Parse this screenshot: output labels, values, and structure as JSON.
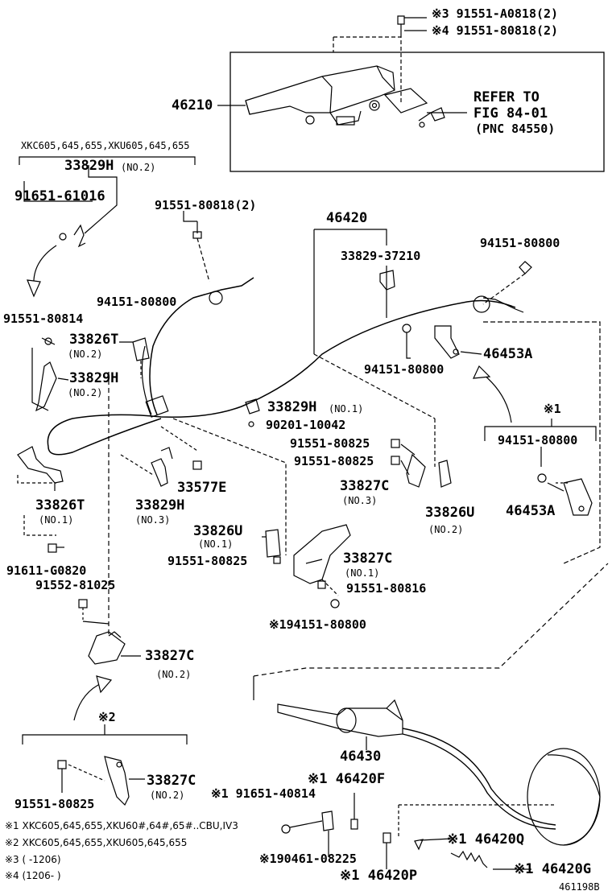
{
  "labels": {
    "p46210": "46210",
    "screw_3": "※3 91551-A0818(2)",
    "screw_4": "※4 91551-80818(2)",
    "refer_to": "REFER TO",
    "fig": "FIG 84-01",
    "pnc": "(PNC 84550)",
    "xkc_top": "XKC605,645,655,XKU605,645,655",
    "p33829H_no2": "33829H",
    "no2_a": "(NO.2)",
    "p91651_61016": "91651-61016",
    "p91551_80818_2": "91551-80818(2)",
    "p46420": "46420",
    "p33829_37210": "33829-37210",
    "p94151_80800_a": "94151-80800",
    "p94151_80800_b": "94151-80800",
    "p91551_80814": "91551-80814",
    "p33826T_a": "33826T",
    "no2_b": "(NO.2)",
    "p33829H_b": "33829H",
    "no2_c": "(NO.2)",
    "p94151_80800_c": "94151-80800",
    "p46453A_a": "46453A",
    "p33829H_no1": "33829H",
    "no1_a": "(NO.1)",
    "p90201_10042": "90201-10042",
    "mark_1a": "※1",
    "p91551_80825_a": "91551-80825",
    "p91551_80825_b": "91551-80825",
    "p94151_80800_d": "94151-80800",
    "p33826T_b": "33826T",
    "no1_b": "(NO.1)",
    "p33829H_c": "33829H",
    "no3_a": "(NO.3)",
    "p33577E": "33577E",
    "p33827C_a": "33827C",
    "no3_b": "(NO.3)",
    "p33826U_a": "33826U",
    "no2_d": "(NO.2)",
    "p46453A_b": "46453A",
    "p33826U_b": "33826U",
    "no1_c": "(NO.1)",
    "p91611_G0820": "91611-G0820",
    "p91551_80825_c": "91551-80825",
    "p33827C_b": "33827C",
    "no1_d": "(NO.1)",
    "p91552_81025": "91552-81025",
    "p91551_80816": "91551-80816",
    "p94151_80800_e": "※194151-80800",
    "p33827C_c": "33827C",
    "no2_e": "(NO.2)",
    "mark_2": "※2",
    "p46430": "46430",
    "p46420F": "※1 46420F",
    "p33827C_d": "33827C",
    "no2_f": "(NO.2)",
    "p91651_40814": "※1 91651-40814",
    "p91551_80825_d": "91551-80825",
    "p46420Q": "※1 46420Q",
    "p90461_08225": "※190461-08225",
    "p46420G": "※1 46420G",
    "p46420P": "※1 46420P",
    "note1": "※1 XKC605,645,655,XKU60#,64#,65#..CBU,IV3",
    "note2": "※2 XKC605,645,655,XKU605,645,655",
    "note3": "※3 (      -1206)",
    "note4": "※4 (1206-       )",
    "ref": "461198B"
  }
}
